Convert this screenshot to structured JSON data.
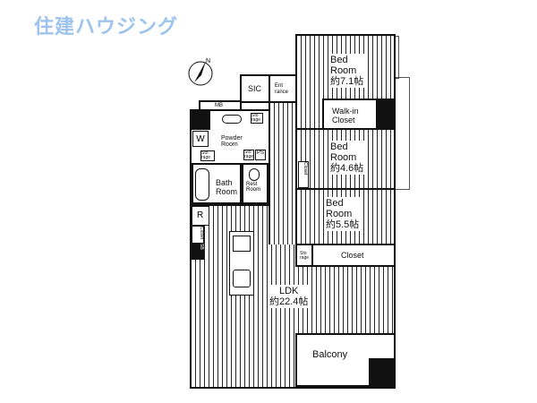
{
  "logo": "住建ハウジング",
  "rooms": {
    "bed1": {
      "name": "Bed\nRoom",
      "size": "約7.1帖"
    },
    "walkin": "Walk-in\nCloset",
    "bed2": {
      "name": "Bed\nRoom",
      "size": "約4.6帖"
    },
    "bed3": {
      "name": "Bed\nRoom",
      "size": "約5.5帖"
    },
    "closet_small": "Closet",
    "closet": "Closet",
    "storage": "Sto\nrage",
    "ldk": {
      "name": "LDK",
      "size": "約22.4帖"
    },
    "balcony": "Balcony",
    "sic": "SIC",
    "entrance": "Ent\nrance",
    "mb": "MB",
    "powder": "Powder\nRoom",
    "bath": "Bath\nRoom",
    "rest": "Rest\nRoom",
    "ps": "PS",
    "w": "W",
    "r": "R",
    "side_closet": "Closet",
    "sb": "SB"
  },
  "compass": "N"
}
